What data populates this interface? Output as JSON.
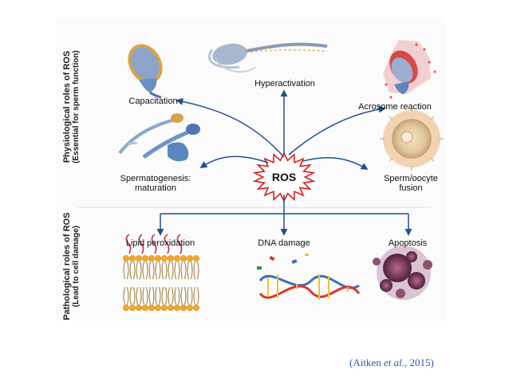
{
  "side_labels": {
    "physiological_title": "Physiological roles of ROS",
    "physiological_sub": "(Essential for sperm function)",
    "pathological_title": "Pathological roles of ROS",
    "pathological_sub": "(Lead to cell damage)"
  },
  "center": {
    "label": "ROS"
  },
  "physiological": {
    "capacitation": "Capacitation",
    "hyperactivation": "Hyperactivation",
    "acrosome_reaction": "Acrosome reaction",
    "spermatogenesis_line1": "Spermatogenesis:",
    "spermatogenesis_line2": "maturation",
    "fusion_line1": "Sperm/oocyte",
    "fusion_line2": "fusion"
  },
  "pathological": {
    "lipid": "Lipid peroxidation",
    "dna": "DNA damage",
    "apoptosis": "Apoptosis"
  },
  "citation": {
    "prefix": "(Aitken ",
    "etal": "et al.,",
    "year": " 2015)"
  },
  "colors": {
    "arrow": "#1f4f8f",
    "star_stroke": "#d42020",
    "citation": "#2a58b0"
  }
}
